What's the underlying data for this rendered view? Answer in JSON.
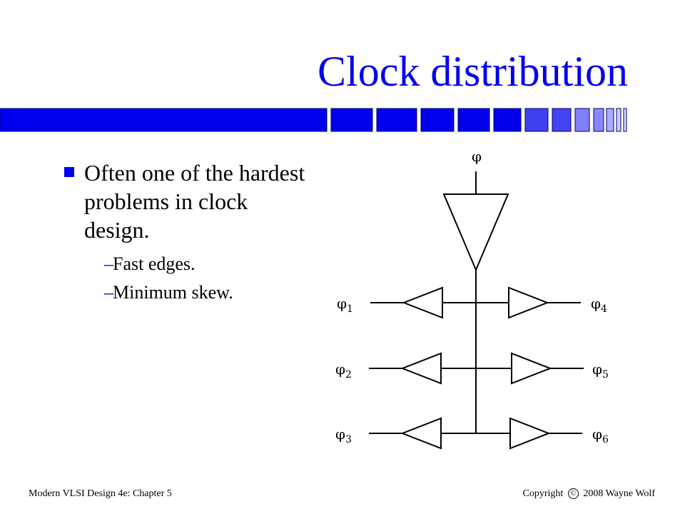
{
  "slide": {
    "title": "Clock distribution",
    "title_color": "#0000ee"
  },
  "bullets": [
    {
      "text": "Often one of the hardest problems in clock design.",
      "sub_items": [
        {
          "text": "Fast edges."
        },
        {
          "text": "Minimum skew."
        }
      ]
    }
  ],
  "diagram": {
    "root_label": "φ",
    "left_outputs": [
      {
        "symbol": "φ",
        "subscript": "1"
      },
      {
        "symbol": "φ",
        "subscript": "2"
      },
      {
        "symbol": "φ",
        "subscript": "3"
      }
    ],
    "right_outputs": [
      {
        "symbol": "φ",
        "subscript": "4"
      },
      {
        "symbol": "φ",
        "subscript": "5"
      },
      {
        "symbol": "φ",
        "subscript": "6"
      }
    ]
  },
  "footer": {
    "left": "Modern VLSI Design 4e: Chapter 5",
    "copyright_word": "Copyright",
    "copyright_symbol": "©",
    "copyright_rest": "2008 Wayne Wolf"
  },
  "colors": {
    "accent": "#0000ee",
    "bar_light": "#8080ff"
  }
}
